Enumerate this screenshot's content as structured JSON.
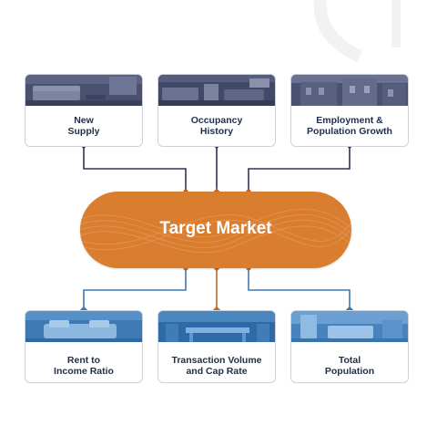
{
  "center": {
    "label": "Target Market"
  },
  "top_factors": [
    {
      "label": "New\nSupply"
    },
    {
      "label": "Occupancy\nHistory"
    },
    {
      "label": "Employment &\nPopulation Growth"
    }
  ],
  "bottom_factors": [
    {
      "label": "Rent to\nIncome Ratio"
    },
    {
      "label": "Transaction Volume\nand Cap Rate"
    },
    {
      "label": "Total\nPopulation"
    }
  ],
  "colors": {
    "accent_orange": "#d97e2f",
    "top_connector": "#2f3358",
    "bottom_connector": "#3d79b8",
    "center_connector": "#c06a22",
    "text_dark": "#1f2e4a"
  }
}
